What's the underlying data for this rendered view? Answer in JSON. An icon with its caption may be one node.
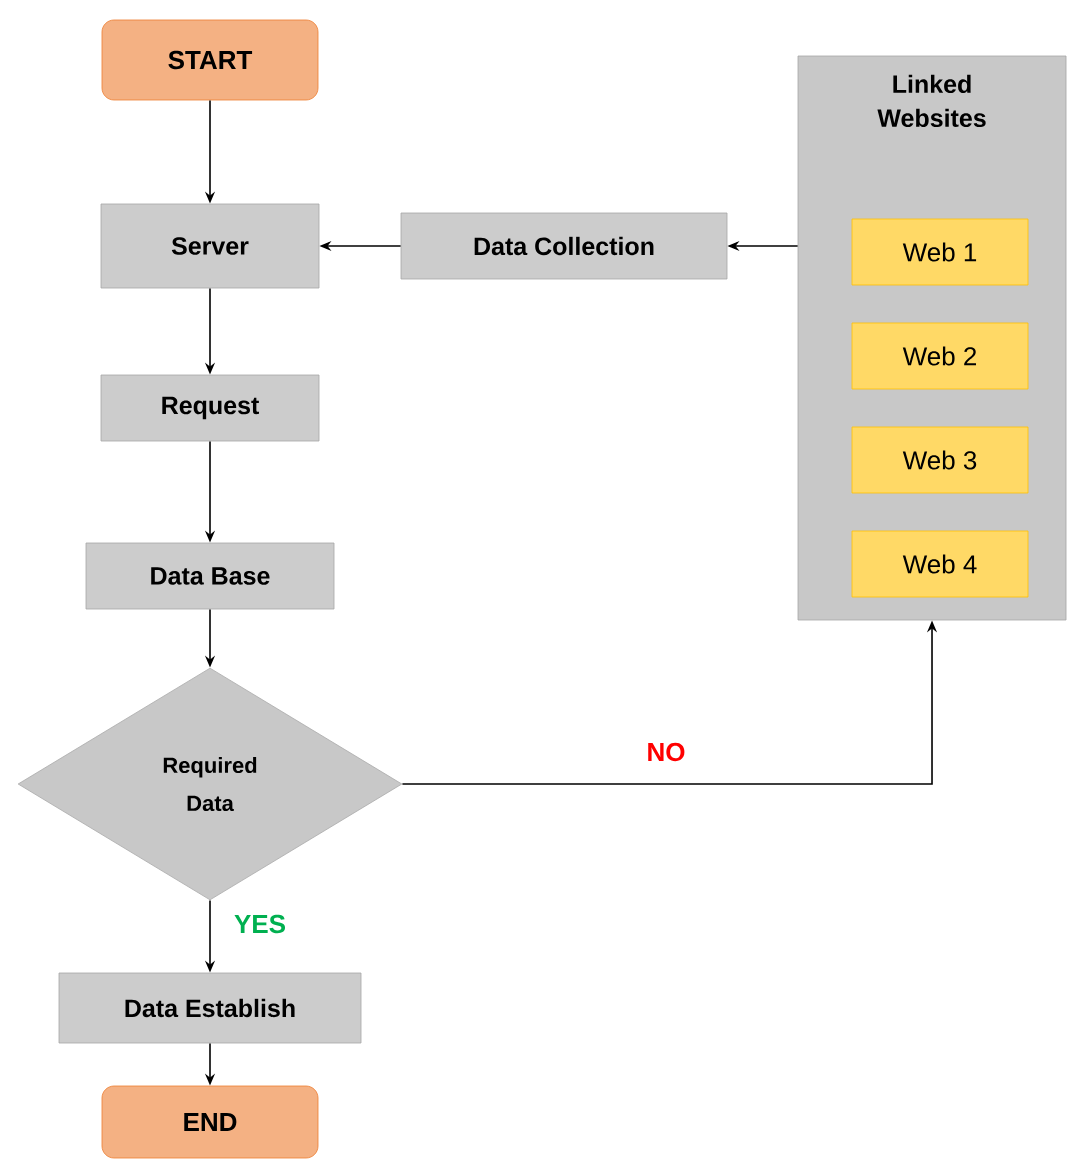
{
  "diagram": {
    "nodes": [
      {
        "text": [
          "START"
        ]
      },
      {
        "text": [
          "Server"
        ]
      },
      {
        "text": [
          "Data Collection"
        ]
      },
      {
        "text": [
          "Linked Websites"
        ]
      },
      {
        "text": [
          "Web 1"
        ],
        "in": 3
      },
      {
        "text": [
          "Web 2"
        ],
        "in": 3
      },
      {
        "text": [
          "Web 3"
        ],
        "in": 3
      },
      {
        "text": [
          "Web 4"
        ],
        "in": 3
      },
      {
        "text": [
          "Request"
        ]
      },
      {
        "text": [
          "Data Base"
        ]
      },
      {
        "text": [
          "Required Data"
        ]
      },
      {
        "text": [
          "Data Establish"
        ]
      },
      {
        "text": [
          "END"
        ]
      }
    ],
    "edges": [
      {
        "from": 0,
        "to": 1,
        "arrow": "to"
      },
      {
        "from": 2,
        "to": 1,
        "arrow": "to"
      },
      {
        "from": 3,
        "to": 2,
        "arrow": "to"
      },
      {
        "from": 1,
        "to": 8,
        "arrow": "to"
      },
      {
        "from": 8,
        "to": 9,
        "arrow": "to"
      },
      {
        "from": 9,
        "to": 10,
        "arrow": "to"
      },
      {
        "from": 10,
        "to": 3,
        "arrow": "to",
        "label": "NO"
      },
      {
        "from": 10,
        "to": 11,
        "arrow": "to",
        "label": "YES"
      },
      {
        "from": 11,
        "to": 12,
        "arrow": "to"
      }
    ]
  }
}
